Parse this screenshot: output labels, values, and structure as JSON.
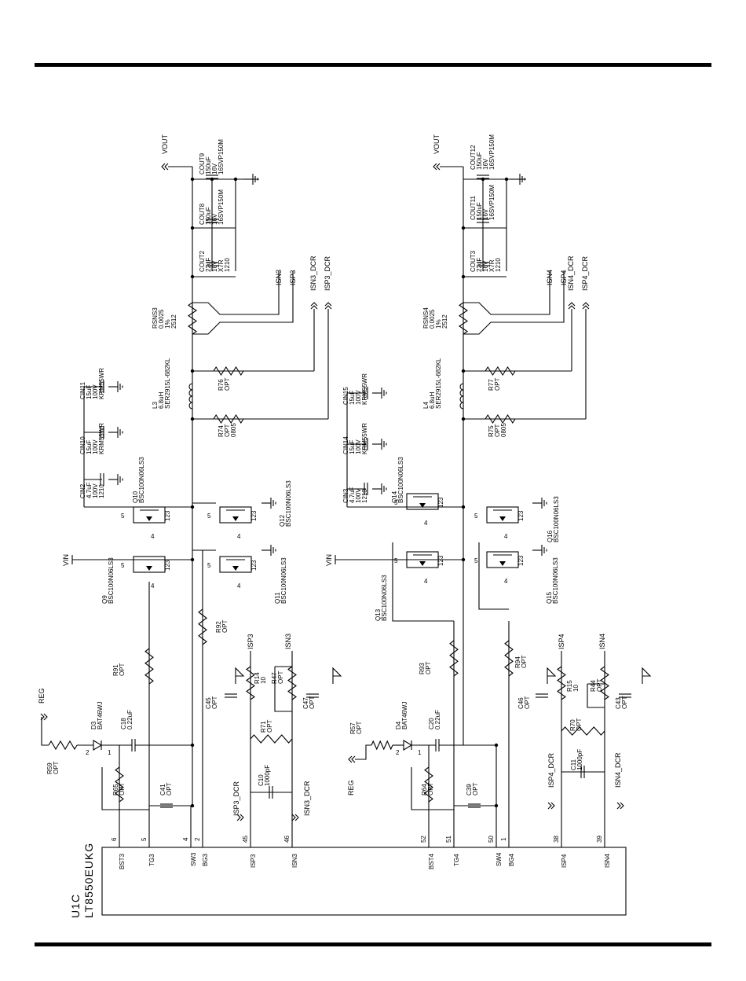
{
  "frame": {
    "ref": "U1C",
    "part": "LT8550EUKG"
  },
  "nets": {
    "vout": "VOUT",
    "vin": "VIN",
    "reg": "REG",
    "isn3": "ISN3",
    "isp3": "ISP3",
    "isn3_dcr": "ISN3_DCR",
    "isp3_dcr": "ISP3_DCR",
    "isn4": "ISN4",
    "isp4": "ISP4",
    "isn4_dcr": "ISN4_DCR",
    "isp4_dcr": "ISP4_DCR"
  },
  "ic_pins": [
    {
      "name": "BST3",
      "num": "6"
    },
    {
      "name": "TG3",
      "num": "5"
    },
    {
      "name": "SW3",
      "num": "4"
    },
    {
      "name": "BG3",
      "num": "2"
    },
    {
      "name": "ISP3",
      "num": "45"
    },
    {
      "name": "ISN3",
      "num": "46"
    },
    {
      "name": "BST4",
      "num": "52"
    },
    {
      "name": "TG4",
      "num": "51"
    },
    {
      "name": "SW4",
      "num": "50"
    },
    {
      "name": "BG4",
      "num": "1"
    },
    {
      "name": "ISP4",
      "num": "38"
    },
    {
      "name": "ISN4",
      "num": "39"
    }
  ],
  "mosfet_pins": {
    "gate": "4",
    "drain": "5",
    "src1": "1",
    "src2": "2",
    "src3": "3"
  },
  "diode_pins": {
    "anode": "2",
    "cathode": "1"
  },
  "components": {
    "cout9": [
      "COUT9",
      "150uF",
      "16V",
      "16SVP150M"
    ],
    "cout8": [
      "COUT8",
      "150uF",
      "16V",
      "16SVP150M"
    ],
    "cout2": [
      "COUT2",
      "22uF",
      "16V",
      "X7R",
      "1210"
    ],
    "rsns3": [
      "RSNS3",
      "0.0025",
      "1%",
      "2512"
    ],
    "cin11": [
      "CIN11",
      "15uF",
      "100V",
      "KRM55WR"
    ],
    "cin10": [
      "CIN10",
      "15uF",
      "100V",
      "KRM55WR"
    ],
    "cin2": [
      "CIN2",
      "4.7uF",
      "100V",
      "1210"
    ],
    "l3": [
      "L3",
      "6.8uH",
      "SER2915L-682KL"
    ],
    "r76": [
      "R76",
      "OPT"
    ],
    "r74": [
      "R74",
      "OPT",
      "0805"
    ],
    "q10": [
      "Q10",
      "BSC100N06LS3"
    ],
    "q12": [
      "Q12",
      "BSC100N06LS3"
    ],
    "q9": [
      "Q9",
      "BSC100N06LS3"
    ],
    "q11": [
      "Q11",
      "BSC100N06LS3"
    ],
    "r92": [
      "R92",
      "OPT"
    ],
    "r91": [
      "R91",
      "OPT"
    ],
    "d3": [
      "D3",
      "BAT46WJ"
    ],
    "c18": [
      "C18",
      "0.22uF"
    ],
    "r59": [
      "R59",
      "OPT"
    ],
    "r65": [
      "R65",
      "OPT"
    ],
    "c41": [
      "C41",
      "OPT"
    ],
    "c45": [
      "C45",
      "OPT"
    ],
    "r14": [
      "R14",
      "10"
    ],
    "r47": [
      "R47",
      "OPT"
    ],
    "c47": [
      "C47",
      "OPT"
    ],
    "r71": [
      "R71",
      "OPT"
    ],
    "c10": [
      "C10",
      "1000pF"
    ],
    "cout12": [
      "COUT12",
      "150uF",
      "16V",
      "16SVP150M"
    ],
    "cout11": [
      "COUT11",
      "150uF",
      "16V",
      "16SVP150M"
    ],
    "cout3": [
      "COUT3",
      "22uF",
      "16V",
      "X7R",
      "1210"
    ],
    "rsns4": [
      "RSNS4",
      "0.0025",
      "1%",
      "2512"
    ],
    "cin15": [
      "CIN15",
      "15uF",
      "100V",
      "KRM55WR"
    ],
    "cin14": [
      "CIN14",
      "15uF",
      "100V",
      "KRM55WR"
    ],
    "cin3": [
      "CIN3",
      "4.7uF",
      "100V",
      "1210"
    ],
    "l4": [
      "L4",
      "6.8uH",
      "SER2915L-682KL"
    ],
    "r77": [
      "R77",
      "OPT"
    ],
    "r75": [
      "R75",
      "OPT",
      "0805"
    ],
    "q14": [
      "Q14",
      "BSC100N06LS3"
    ],
    "q16": [
      "Q16",
      "BSC100N06LS3"
    ],
    "q13": [
      "Q13",
      "BSC100N06LS3"
    ],
    "q15": [
      "Q15",
      "BSC100N06LS3"
    ],
    "r93": [
      "R93",
      "OPT"
    ],
    "r94": [
      "R94",
      "OPT"
    ],
    "d4": [
      "D4",
      "BAT46WJ"
    ],
    "c20": [
      "C20",
      "0.22uF"
    ],
    "r57": [
      "R57",
      "OPT"
    ],
    "r64": [
      "R64",
      "OPT"
    ],
    "c39": [
      "C39",
      "OPT"
    ],
    "c46": [
      "C46",
      "OPT"
    ],
    "r15": [
      "R15",
      "10"
    ],
    "r44": [
      "R44",
      "OPT"
    ],
    "c43": [
      "C43",
      "OPT"
    ],
    "r70": [
      "R70",
      "OPT"
    ],
    "c11": [
      "C11",
      "1000pF"
    ]
  }
}
